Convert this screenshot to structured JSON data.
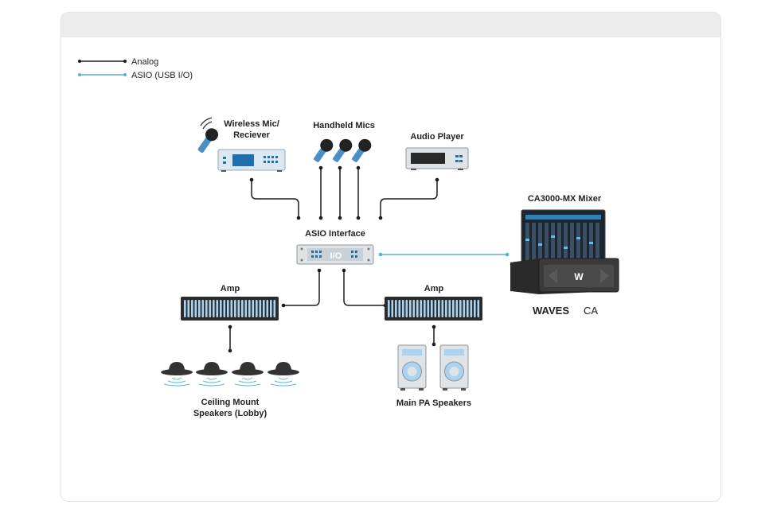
{
  "legend": {
    "analog": "Analog",
    "asio": "ASIO (USB I/O)"
  },
  "nodes": {
    "wireless_mic_line1": "Wireless Mic/",
    "wireless_mic_line2": "Reciever",
    "handheld_mics": "Handheld Mics",
    "audio_player": "Audio Player",
    "asio_interface": "ASIO Interface",
    "asio_panel_text": "I/O",
    "mixer": "CA3000-MX Mixer",
    "amp_left": "Amp",
    "amp_right": "Amp",
    "ceiling_line1": "Ceiling Mount",
    "ceiling_line2": "Speakers (Lobby)",
    "main_pa": "Main PA Speakers",
    "brand_waves": "WAVES",
    "brand_ca": "CA"
  },
  "colors": {
    "analog_line": "#1b1b1b",
    "asio_line": "#4fb3d4",
    "device_light": "#dbe8f2",
    "accent_blue": "#1f6fb0"
  }
}
